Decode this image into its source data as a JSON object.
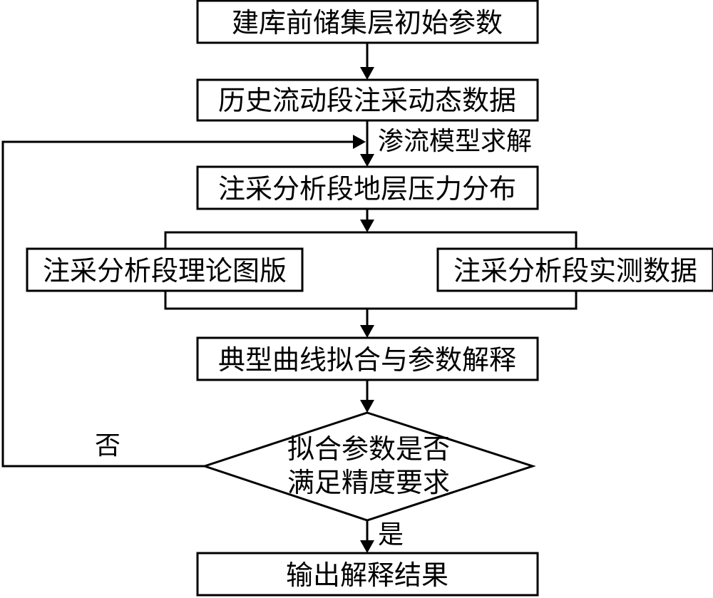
{
  "nodes": {
    "initial_params": "建库前储集层初始参数",
    "history_data": "历史流动段注采动态数据",
    "pressure_distribution": "注采分析段地层压力分布",
    "theory_chart": "注采分析段理论图版",
    "measured_data": "注采分析段实测数据",
    "curve_fitting": "典型曲线拟合与参数解释",
    "decision_line1": "拟合参数是否",
    "decision_line2": "满足精度要求",
    "output": "输出解释结果"
  },
  "labels": {
    "seepage_model": "渗流模型求解",
    "no": "否",
    "yes": "是"
  }
}
